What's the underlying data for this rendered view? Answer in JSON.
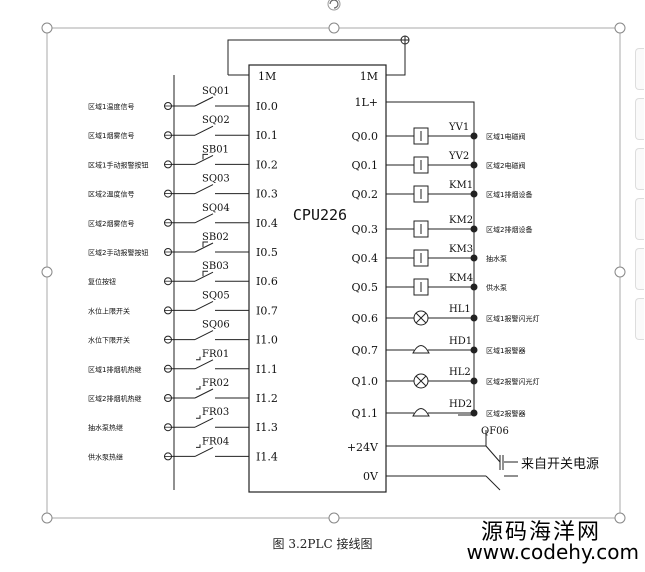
{
  "diagram": {
    "chip": {
      "name": "CPU226",
      "left_top": "1M",
      "right_top": "1M",
      "right_second": "1L+",
      "right_bottom_1": "+24V",
      "right_bottom_2": "0V"
    },
    "inputs": [
      {
        "desc": "区域1温度信号",
        "device": "SQ01",
        "pin": "I0.0",
        "kind": "no"
      },
      {
        "desc": "区域1烟雾信号",
        "device": "SQ02",
        "pin": "I0.1",
        "kind": "no"
      },
      {
        "desc": "区域1手动报警按钮",
        "device": "SB01",
        "pin": "I0.2",
        "kind": "btn"
      },
      {
        "desc": "区域2温度信号",
        "device": "SQ03",
        "pin": "I0.3",
        "kind": "no"
      },
      {
        "desc": "区域2烟雾信号",
        "device": "SQ04",
        "pin": "I0.4",
        "kind": "no"
      },
      {
        "desc": "区域2手动报警按钮",
        "device": "SB02",
        "pin": "I0.5",
        "kind": "btn"
      },
      {
        "desc": "复位按钮",
        "device": "SB03",
        "pin": "I0.6",
        "kind": "btn"
      },
      {
        "desc": "水位上限开关",
        "device": "SQ05",
        "pin": "I0.7",
        "kind": "no"
      },
      {
        "desc": "水位下限开关",
        "device": "SQ06",
        "pin": "I1.0",
        "kind": "no"
      },
      {
        "desc": "区域1排烟机热继",
        "device": "FR01",
        "pin": "I1.1",
        "kind": "fr"
      },
      {
        "desc": "区域2排烟机热继",
        "device": "FR02",
        "pin": "I1.2",
        "kind": "fr"
      },
      {
        "desc": "抽水泵热继",
        "device": "FR03",
        "pin": "I1.3",
        "kind": "fr"
      },
      {
        "desc": "供水泵热继",
        "device": "FR04",
        "pin": "I1.4",
        "kind": "fr"
      }
    ],
    "outputs": [
      {
        "pin": "Q0.0",
        "device": "YV1",
        "desc": "区域1电磁阀",
        "kind": "coil"
      },
      {
        "pin": "Q0.1",
        "device": "YV2",
        "desc": "区域2电磁阀",
        "kind": "coil"
      },
      {
        "pin": "Q0.2",
        "device": "KM1",
        "desc": "区域1排烟设备",
        "kind": "coil"
      },
      {
        "pin": "Q0.3",
        "device": "KM2",
        "desc": "区域2排烟设备",
        "kind": "coil"
      },
      {
        "pin": "Q0.4",
        "device": "KM3",
        "desc": "抽水泵",
        "kind": "coil"
      },
      {
        "pin": "Q0.5",
        "device": "KM4",
        "desc": "供水泵",
        "kind": "coil"
      },
      {
        "pin": "Q0.6",
        "device": "HL1",
        "desc": "区域1报警闪光灯",
        "kind": "lamp"
      },
      {
        "pin": "Q0.7",
        "device": "HD1",
        "desc": "区域1报警器",
        "kind": "horn"
      },
      {
        "pin": "Q1.0",
        "device": "HL2",
        "desc": "区域2报警闪光灯",
        "kind": "lamp"
      },
      {
        "pin": "Q1.1",
        "device": "HD2",
        "desc": "区域2报警器",
        "kind": "horn"
      }
    ],
    "supply": {
      "switch": "QF06",
      "source": "来自开关电源"
    }
  },
  "caption": "图 3.2PLC 接线图",
  "watermark": {
    "line1": "源码海洋网",
    "line2": "www.codehy.com"
  }
}
